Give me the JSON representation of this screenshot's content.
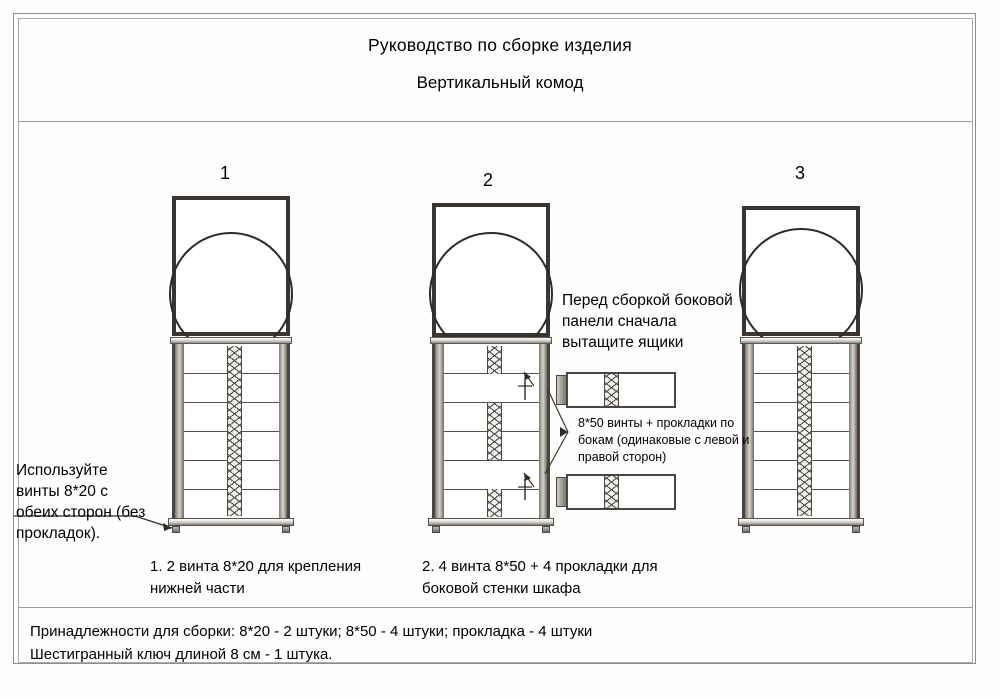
{
  "document": {
    "title_main": "Руководство по сборке изделия",
    "title_sub": "Вертикальный комод"
  },
  "steps": [
    {
      "number": "1"
    },
    {
      "number": "2"
    },
    {
      "number": "3"
    }
  ],
  "notes": {
    "left_note": "Используйте винты 8*20 с обеих сторон (без прокладок).",
    "pullout_note": "Перед сборкой боковой панели сначала вытащите ящики",
    "screw_note": "8*50 винты + прокладки по бокам (одинаковые с левой и правой сторон)"
  },
  "captions": {
    "caption_1": "1. 2 винта 8*20 для крепления нижней части",
    "caption_2": "2. 4 винта 8*50 + 4 прокладки для боковой стенки шкафа"
  },
  "parts_list": {
    "line_1": "Принадлежности для сборки: 8*20 - 2 штуки;  8*50 - 4 штуки;  прокладка - 4 штуки",
    "line_2": "Шестигранный ключ длиной 8 см - 1 штука."
  },
  "colors": {
    "ink": "#000000",
    "border": "#8d8d94",
    "frame_dark": "#3a3530",
    "panel_gray": "#cfcbc5"
  }
}
